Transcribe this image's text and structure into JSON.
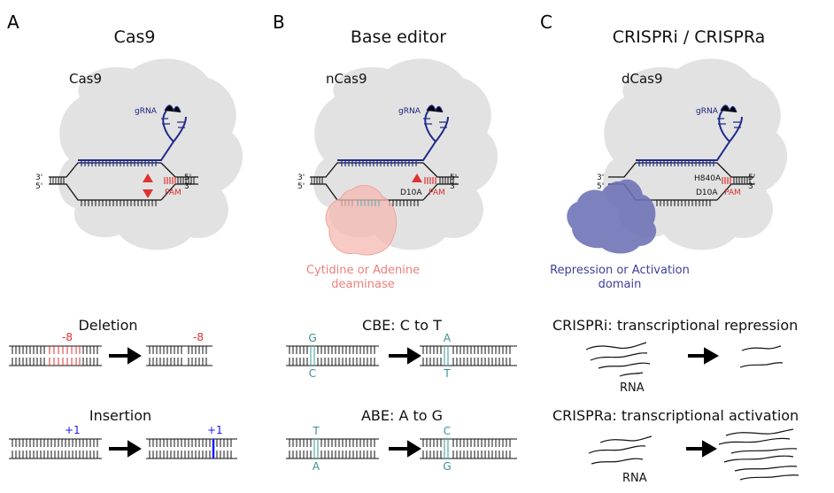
{
  "colors": {
    "grna": "#1f2a8c",
    "pam": "#e03131",
    "protein": "#e0e0e0",
    "deaminase": "#f4b8b2",
    "domain": "#6b6fb5",
    "edit_base": "#57a9a9",
    "insertion": "#1a1aff"
  },
  "panels": [
    {
      "id": "A",
      "letter": "A",
      "title": "Cas9",
      "protein_label": "Cas9",
      "grna_label": "gRNA",
      "pam_label": "PAM",
      "strand_labels": {
        "top_left": "3'",
        "bottom_left": "5'",
        "top_right": "5'",
        "bottom_right": "3'"
      },
      "mutations": [],
      "examples": [
        {
          "title": "Deletion",
          "mark": "-8",
          "mark_color": "#e03131"
        },
        {
          "title": "Insertion",
          "mark": "+1",
          "mark_color": "#1a1aff"
        }
      ]
    },
    {
      "id": "B",
      "letter": "B",
      "title": "Base editor",
      "protein_label": "nCas9",
      "grna_label": "gRNA",
      "pam_label": "PAM",
      "strand_labels": {
        "top_left": "3'",
        "bottom_left": "5'",
        "top_right": "5'",
        "bottom_right": "3'"
      },
      "mutations": [
        "D10A"
      ],
      "effector_label": [
        "Cytidine or Adenine",
        "deaminase"
      ],
      "examples": [
        {
          "title": "CBE: C to T",
          "before_top": "G",
          "before_bottom": "C",
          "after_top": "A",
          "after_bottom": "T"
        },
        {
          "title": "ABE: A to G",
          "before_top": "T",
          "before_bottom": "A",
          "after_top": "C",
          "after_bottom": "G"
        }
      ]
    },
    {
      "id": "C",
      "letter": "C",
      "title": "CRISPRi / CRISPRa",
      "protein_label": "dCas9",
      "grna_label": "gRNA",
      "pam_label": "PAM",
      "strand_labels": {
        "top_left": "3'",
        "bottom_left": "5'",
        "top_right": "5'",
        "bottom_right": "3'"
      },
      "mutations": [
        "H840A",
        "D10A"
      ],
      "effector_label": [
        "Repression or Activation",
        "domain"
      ],
      "examples": [
        {
          "title": "CRISPRi: transcriptional repression",
          "rna_label": "RNA"
        },
        {
          "title": "CRISPRa: transcriptional activation",
          "rna_label": "RNA"
        }
      ]
    }
  ]
}
